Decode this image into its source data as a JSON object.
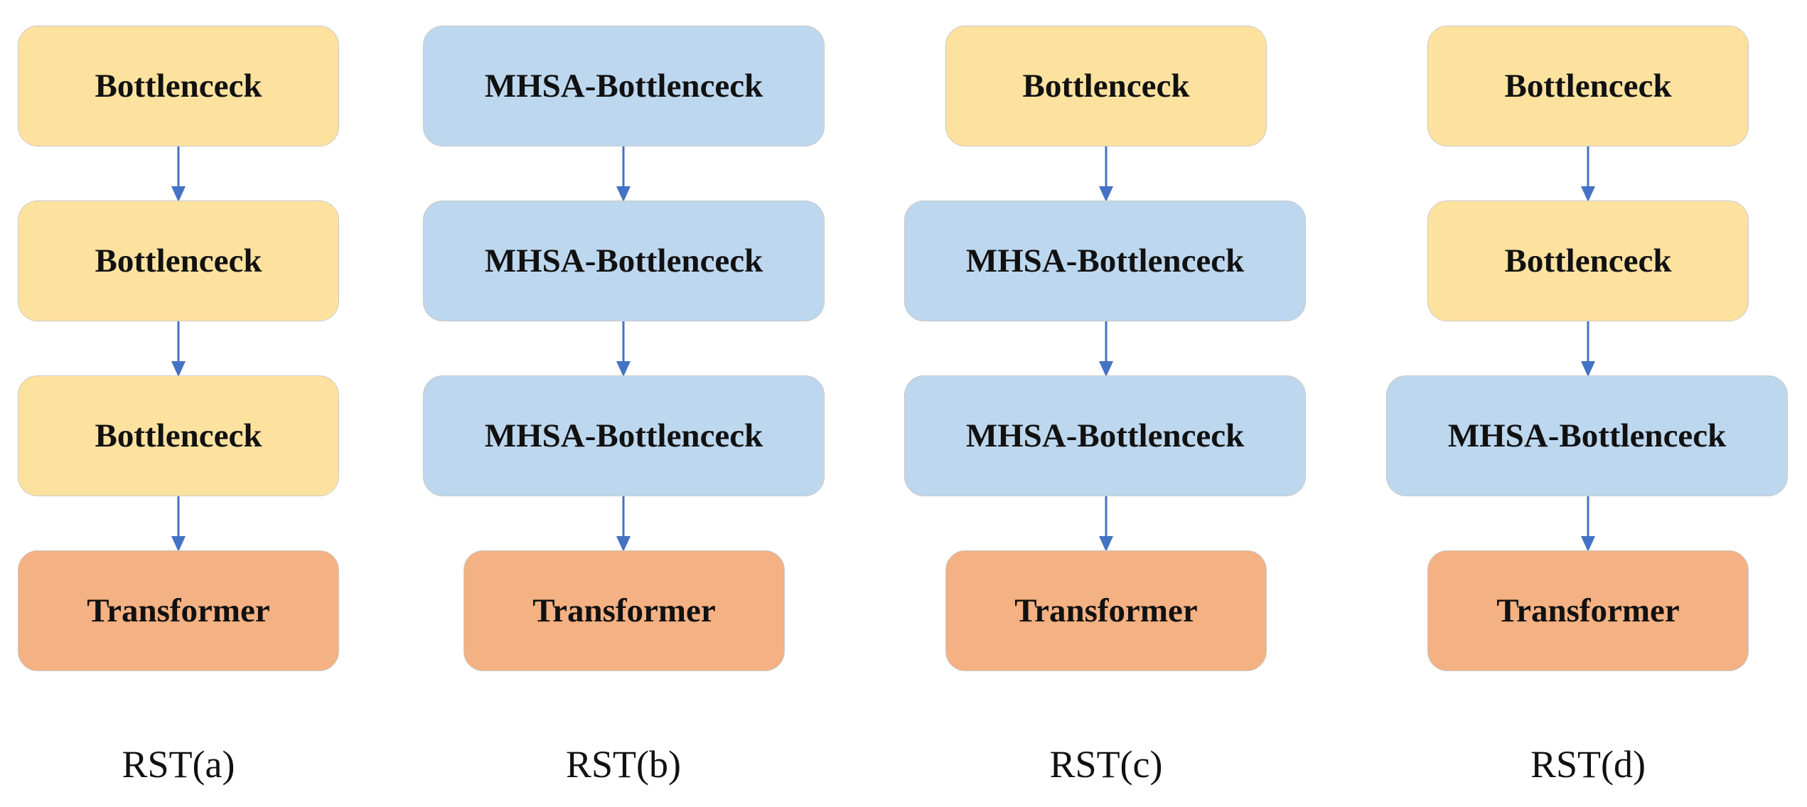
{
  "colors": {
    "bottleneck_fill": "#fde29f",
    "mhsa_fill": "#bdd7ee",
    "transformer_fill": "#f4b183",
    "arrow": "#4472c4"
  },
  "variants": [
    {
      "caption": "RST(a)",
      "blocks": [
        {
          "label": "Bottlenceck",
          "kind": "bottleneck"
        },
        {
          "label": "Bottlenceck",
          "kind": "bottleneck"
        },
        {
          "label": "Bottlenceck",
          "kind": "bottleneck"
        },
        {
          "label": "Transformer",
          "kind": "transformer"
        }
      ]
    },
    {
      "caption": "RST(b)",
      "blocks": [
        {
          "label": "MHSA-Bottlenceck",
          "kind": "mhsa"
        },
        {
          "label": "MHSA-Bottlenceck",
          "kind": "mhsa"
        },
        {
          "label": "MHSA-Bottlenceck",
          "kind": "mhsa"
        },
        {
          "label": "Transformer",
          "kind": "transformer"
        }
      ]
    },
    {
      "caption": "RST(c)",
      "blocks": [
        {
          "label": "Bottlenceck",
          "kind": "bottleneck"
        },
        {
          "label": "MHSA-Bottlenceck",
          "kind": "mhsa"
        },
        {
          "label": "MHSA-Bottlenceck",
          "kind": "mhsa"
        },
        {
          "label": "Transformer",
          "kind": "transformer"
        }
      ]
    },
    {
      "caption": "RST(d)",
      "blocks": [
        {
          "label": "Bottlenceck",
          "kind": "bottleneck"
        },
        {
          "label": "Bottlenceck",
          "kind": "bottleneck"
        },
        {
          "label": "MHSA-Bottlenceck",
          "kind": "mhsa"
        },
        {
          "label": "Transformer",
          "kind": "transformer"
        }
      ]
    }
  ]
}
